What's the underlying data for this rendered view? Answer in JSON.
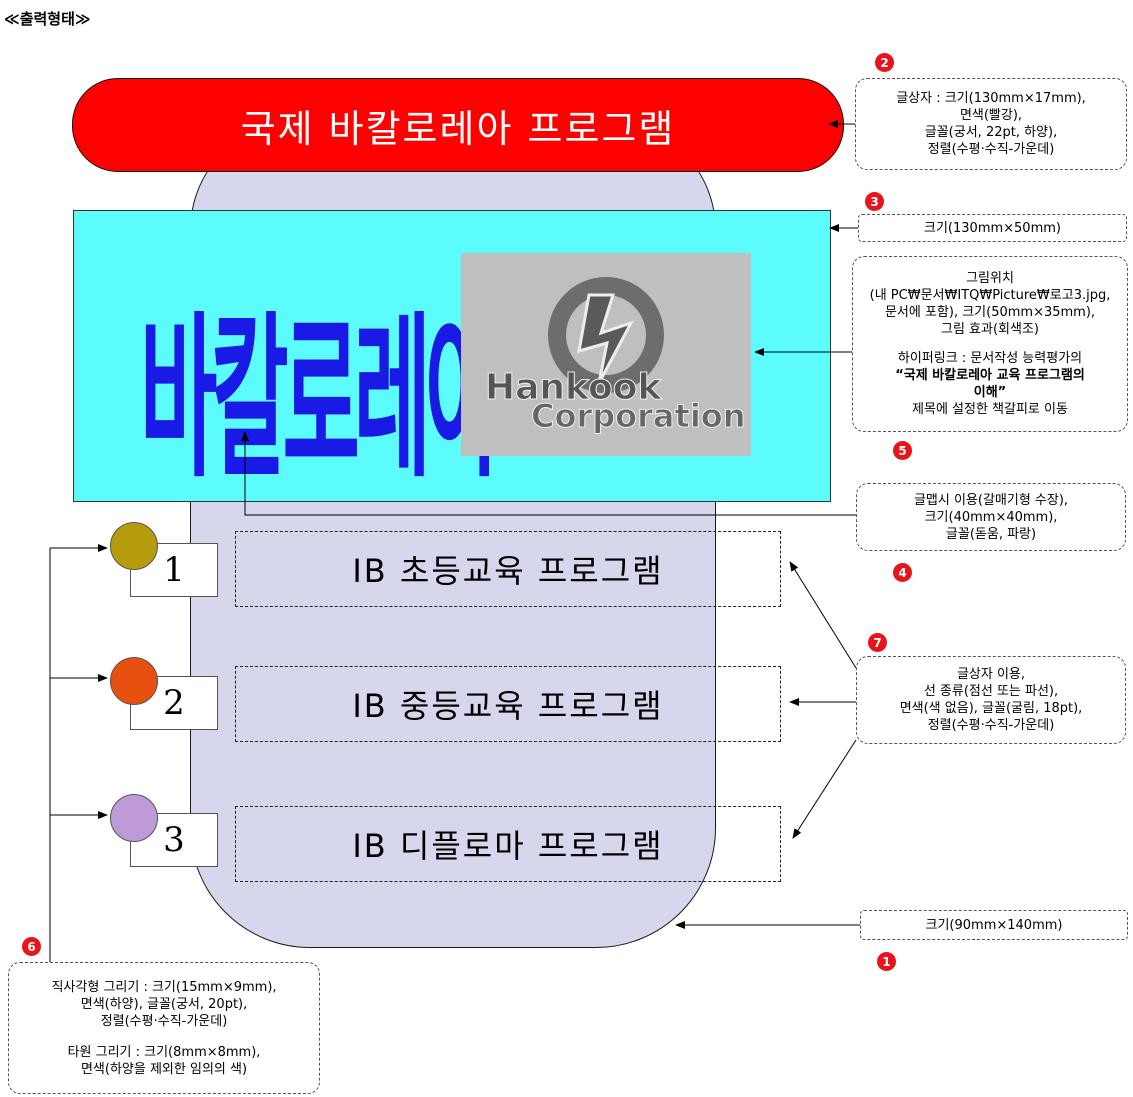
{
  "heading": "≪출력형태≫",
  "title": "국제 바칼로레아 프로그램",
  "wordart": "바칼로레아",
  "logo": {
    "line1": "Hankook",
    "line2": "Corporation",
    "icon": "lightning-logo-icon"
  },
  "items": [
    {
      "number": "1",
      "label": "IB 초등교육 프로그램",
      "color": "#b69b0c"
    },
    {
      "number": "2",
      "label": "IB 중등교육 프로그램",
      "color": "#e8500f"
    },
    {
      "number": "3",
      "label": "IB 디플로마 프로그램",
      "color": "#be9ad8"
    }
  ],
  "callouts": {
    "c2": [
      "글상자 : 크기(130mm×17mm),",
      "면색(빨강),",
      "글꼴(궁서, 22pt, 하양),",
      "정렬(수평·수직-가운데)"
    ],
    "c3": [
      "크기(130mm×50mm)"
    ],
    "c5a": [
      "그림위치",
      "(내 PC₩문서₩ITQ₩Picture₩로고3.jpg,",
      "문서에 포함), 크기(50mm×35mm),",
      "그림 효과(회색조)"
    ],
    "c5b": "하이퍼링크 : 문서작성 능력평가의",
    "c5c": "“국제 바칼로레아 교육 프로그램의",
    "c5d": "이해”",
    "c5e": "제목에 설정한 책갈피로 이동",
    "c4": [
      "글맵시 이용(갈매기형 수장),",
      "크기(40mm×40mm),",
      "글꼴(돋움, 파랑)"
    ],
    "c7": [
      "글상자 이용,",
      "선 종류(점선 또는 파선),",
      "면색(색 없음), 글꼴(굴림, 18pt),",
      "정렬(수평·수직-가운데)"
    ],
    "c1": [
      "크기(90mm×140mm)"
    ],
    "c6a": [
      "직사각형 그리기 : 크기(15mm×9mm),",
      "면색(하양), 글꼴(궁서, 20pt),",
      "정렬(수평·수직-가운데)"
    ],
    "c6b": [
      "타원 그리기 : 크기(8mm×8mm),",
      "면색(하양을 제외한 임의의 색)"
    ]
  },
  "markers": {
    "m1": "1",
    "m2": "2",
    "m3": "3",
    "m4": "4",
    "m5": "5",
    "m6": "6",
    "m7": "7"
  }
}
